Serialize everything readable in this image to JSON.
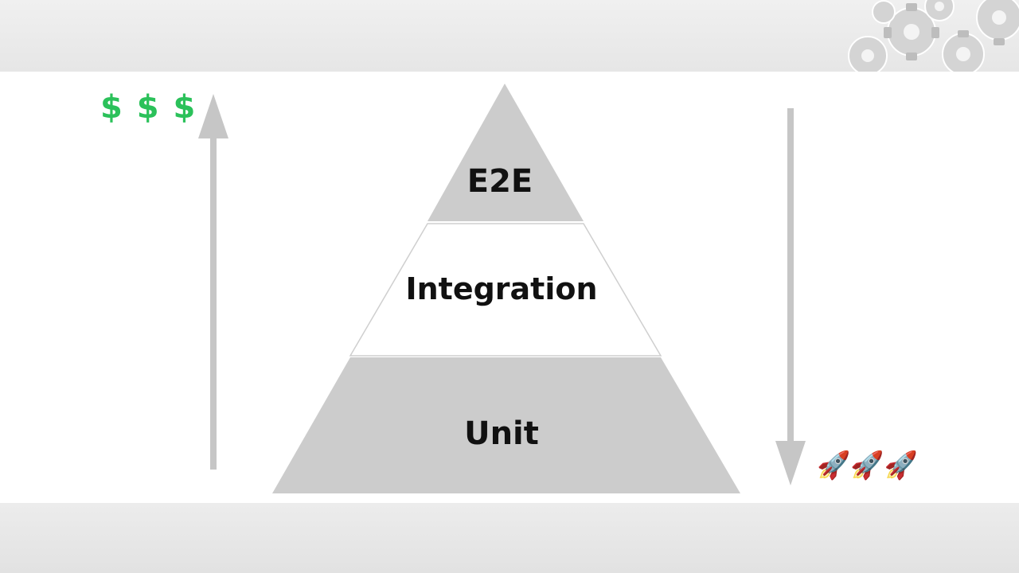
{
  "slide": {
    "pyramid": {
      "top_layer": "E2E",
      "middle_layer": "Integration",
      "bottom_layer": "Unit"
    },
    "cost_indicator": "$ $ $",
    "speed_indicator": "🚀🚀🚀",
    "colors": {
      "layer_fill": "#cccccc",
      "arrow": "#c6c6c6",
      "cost_green": "#2bc15a"
    },
    "icons": [
      "gears-icon",
      "arrow-up-icon",
      "arrow-down-icon",
      "rocket-icon"
    ]
  }
}
